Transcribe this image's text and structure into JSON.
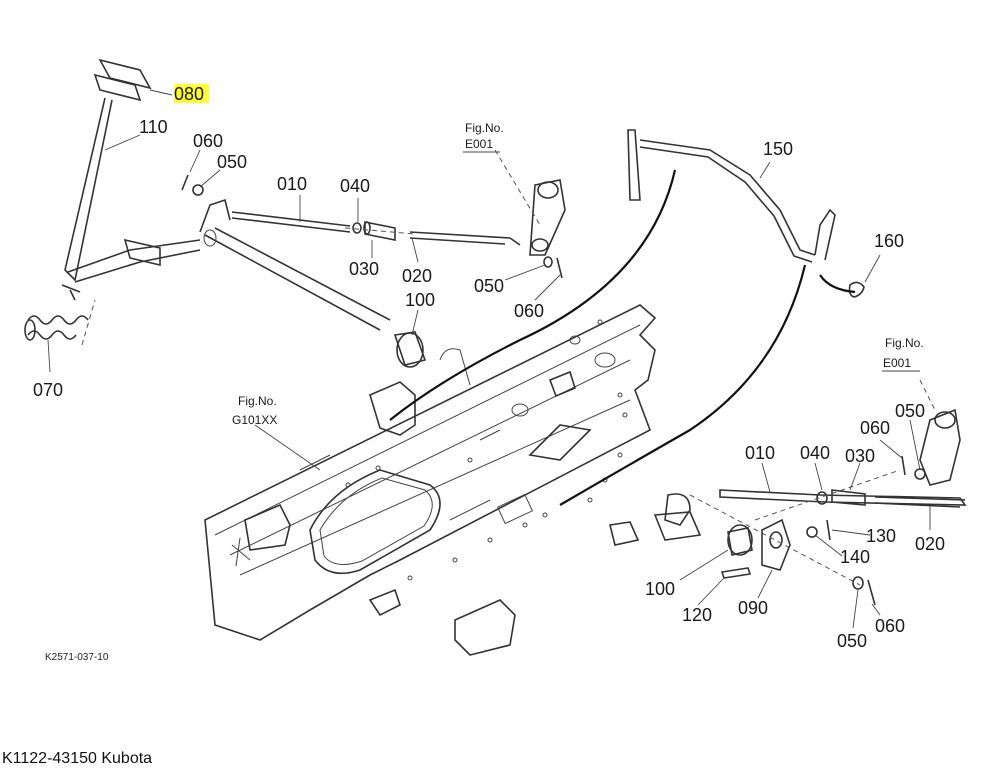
{
  "caption": "K1122-43150 Kubota",
  "drawing_code": "K2571-037-10",
  "fig_refs": {
    "e001_left": [
      "Fig.No.",
      "E001"
    ],
    "e001_right": [
      "Fig.No.",
      "E001"
    ],
    "g101": [
      "Fig.No.",
      "G101XX"
    ]
  },
  "labels": {
    "p080": "080",
    "p110": "110",
    "p060_a": "060",
    "p050_a": "050",
    "p010_a": "010",
    "p040_a": "040",
    "p030_a": "030",
    "p020_a": "020",
    "p050_b": "050",
    "p060_b": "060",
    "p100_a": "100",
    "p070": "070",
    "p150": "150",
    "p160": "160",
    "p050_c": "050",
    "p060_c": "060",
    "p010_b": "010",
    "p040_b": "040",
    "p030_b": "030",
    "p020_b": "020",
    "p130": "130",
    "p140": "140",
    "p100_b": "100",
    "p120": "120",
    "p090": "090",
    "p050_d": "050",
    "p060_d": "060"
  },
  "highlight_color": "#ffff33"
}
